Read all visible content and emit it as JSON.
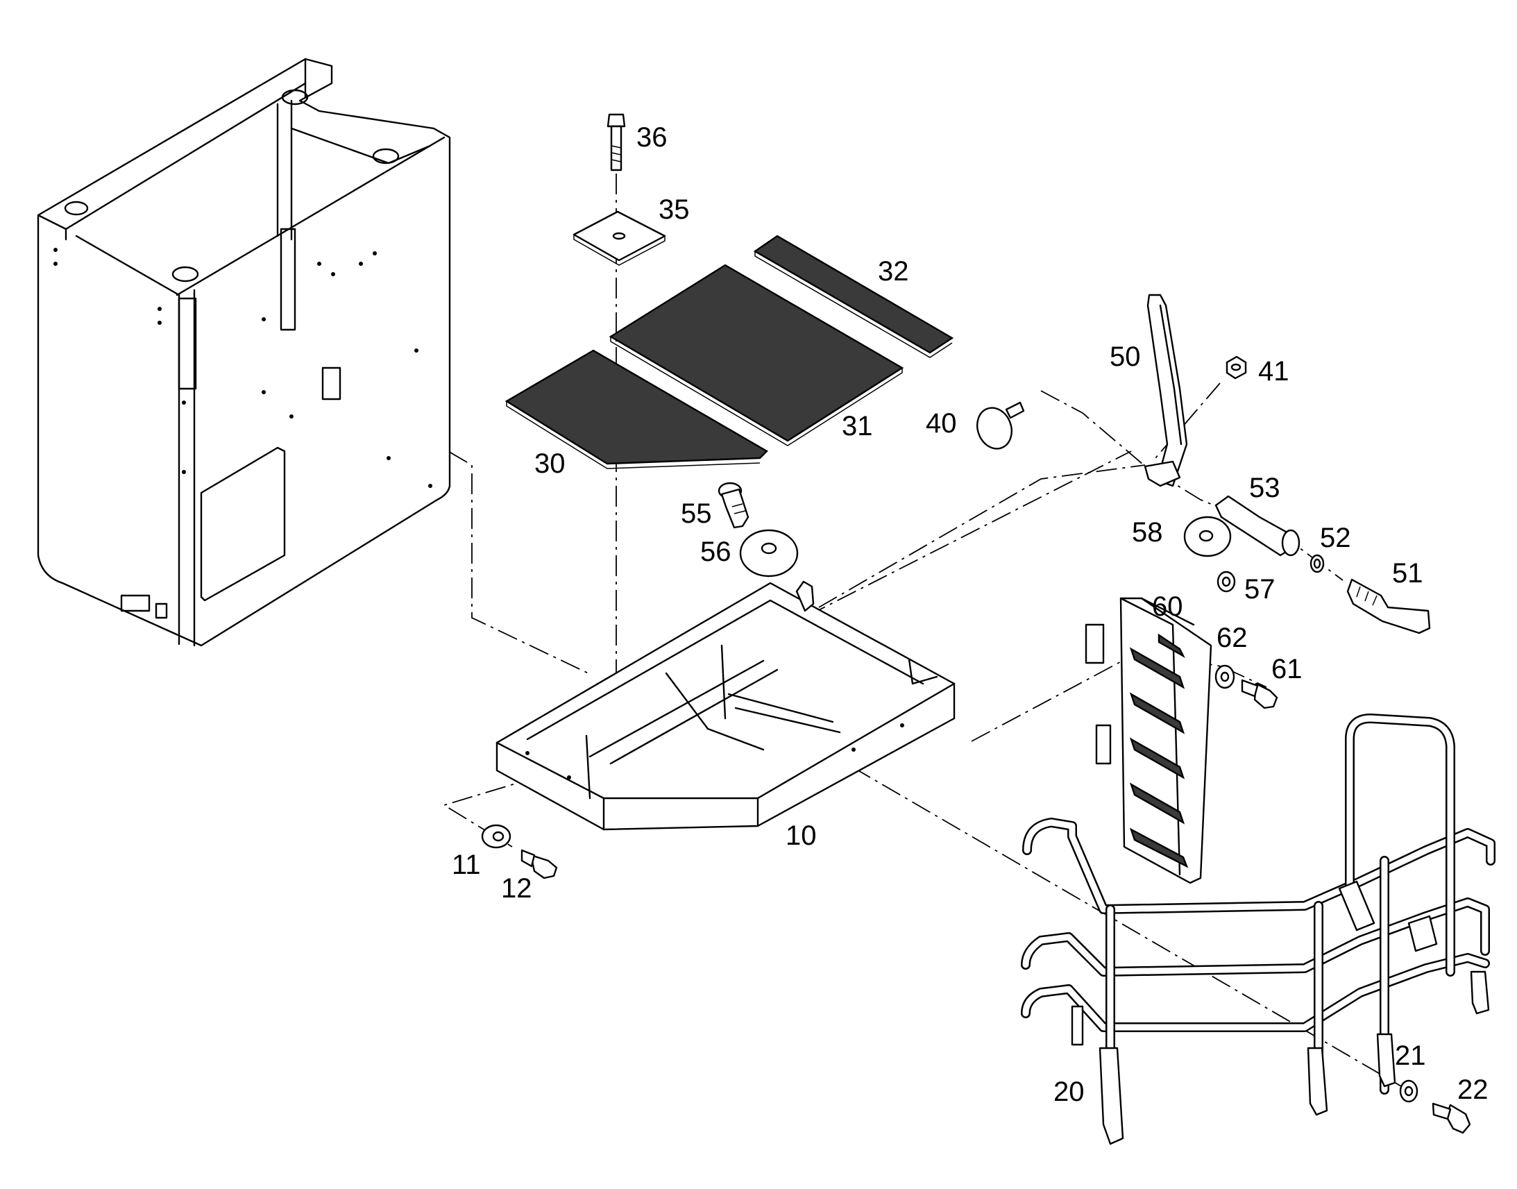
{
  "callouts": {
    "p10": "10",
    "p11": "11",
    "p12": "12",
    "p20": "20",
    "p21": "21",
    "p22": "22",
    "p30": "30",
    "p31": "31",
    "p32": "32",
    "p35": "35",
    "p36": "36",
    "p40": "40",
    "p41": "41",
    "p50": "50",
    "p51": "51",
    "p52": "52",
    "p53": "53",
    "p55": "55",
    "p56": "56",
    "p57": "57",
    "p58": "58",
    "p60": "60",
    "p61": "61",
    "p62": "62"
  }
}
